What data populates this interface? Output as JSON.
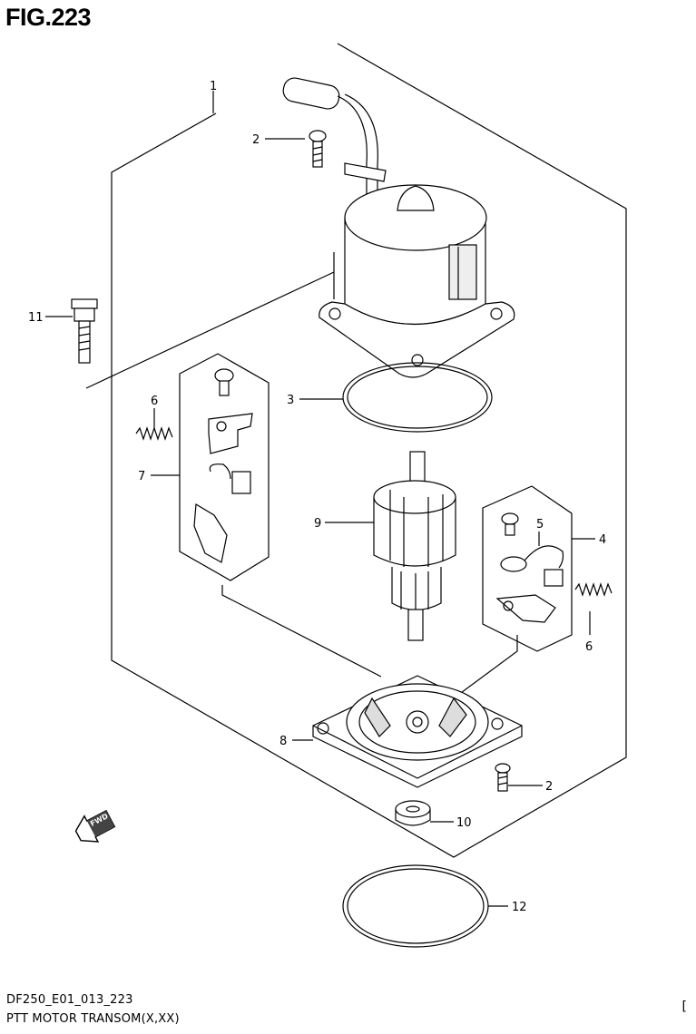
{
  "figure": {
    "title": "FIG.223",
    "code": "DF250_E01_013_223",
    "description": "PTT MOTOR TRANSOM(X,XX)",
    "corner_mark": "["
  },
  "callouts": {
    "c1": "1",
    "c2_top": "2",
    "c2_bottom": "2",
    "c3": "3",
    "c4": "4",
    "c5": "5",
    "c6_left": "6",
    "c6_right": "6",
    "c7": "7",
    "c8": "8",
    "c9": "9",
    "c10": "10",
    "c11": "11",
    "c12": "12"
  },
  "fwd_badge": "FWD",
  "colors": {
    "line": "#000000",
    "fill": "#ffffff",
    "shade": "#d8d8d8"
  }
}
